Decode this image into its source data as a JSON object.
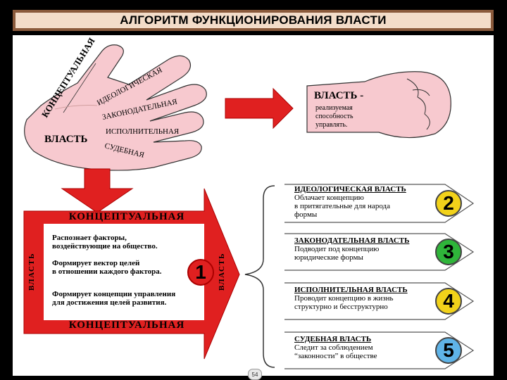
{
  "title": "АЛГОРИТМ ФУНКЦИОНИРОВАНИЯ ВЛАСТИ",
  "hand": {
    "fingers": [
      "КОНЦЕПТУАЛЬНАЯ",
      "ИДЕОЛОГИЧЕСКАЯ",
      "ЗАКОНОДАТЕЛЬНАЯ",
      "ИСПОЛНИТЕЛЬНАЯ",
      "СУДЕБНАЯ"
    ],
    "palm_label": "ВЛАСТЬ"
  },
  "fist": {
    "label": "ВЛАСТЬ -",
    "text_lines": [
      "реализуемая",
      "способность",
      "управлять."
    ]
  },
  "concept_block": {
    "top_label": "КОНЦЕПТУАЛЬНАЯ",
    "bottom_label": "КОНЦЕПТУАЛЬНАЯ",
    "left_label": "ВЛАСТЬ",
    "right_label": "ВЛАСТЬ",
    "number": "1",
    "items": [
      [
        "Распознает факторы,",
        "воздействующие на общество."
      ],
      [
        "Формирует вектор целей",
        "в отношении каждого фактора."
      ],
      [
        "Формирует концепции управления",
        "для достижения целей развития."
      ]
    ]
  },
  "steps": [
    {
      "title": "ИДЕОЛОГИЧЕСКАЯ ВЛАСТЬ",
      "lines": [
        "Облачает концепцию",
        "в притягательные для народа",
        "формы"
      ],
      "number": "2",
      "color": "#f2d21a"
    },
    {
      "title": "ЗАКОНОДАТЕЛЬНАЯ ВЛАСТЬ",
      "lines": [
        "Подводит под концепцию",
        "юридические формы"
      ],
      "number": "3",
      "color": "#2fb53a"
    },
    {
      "title": "ИСПОЛНИТЕЛЬНАЯ ВЛАСТЬ",
      "lines": [
        "Проводит концепцию в жизнь",
        "структурно и бесструктурно"
      ],
      "number": "4",
      "color": "#f2d21a"
    },
    {
      "title": "СУДЕБНАЯ ВЛАСТЬ",
      "lines": [
        "Следит за соблюдением",
        "“законности” в обществе"
      ],
      "number": "5",
      "color": "#5fb4e8"
    }
  ],
  "page_number": "54",
  "colors": {
    "red": "#e02020",
    "hand": "#f7c9cf",
    "title_bg": "#f3dcc9",
    "title_border": "#8a5a3c"
  }
}
